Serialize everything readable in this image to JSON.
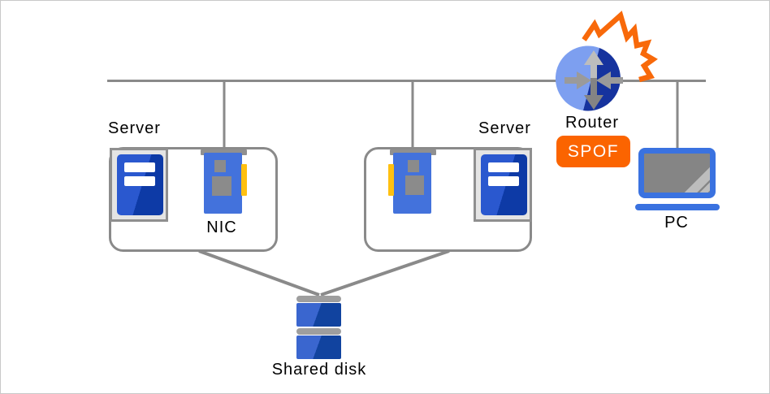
{
  "diagram": {
    "title_hint": "cluster network single-point-of-failure diagram",
    "nodes": {
      "server_left": {
        "label": "Server"
      },
      "server_right": {
        "label": "Server"
      },
      "nic": {
        "label": "NIC"
      },
      "router": {
        "label": "Router",
        "badge": "SPOF"
      },
      "pc": {
        "label": "PC"
      },
      "shared_disk": {
        "label": "Shared disk"
      }
    },
    "colors": {
      "connector_line": "#8a8a8a",
      "group_border": "#8a8a8a",
      "burst_orange": "#f8690a",
      "spof_bg": "#fb6400",
      "spof_text": "#ffffff",
      "router_light_blue": "#7d9ff0",
      "router_dark_blue": "#16339e",
      "server_blue_light": "#2a58cf",
      "server_blue_dark": "#0d3aa6",
      "nic_blue": "#4372dc",
      "nic_tab_yellow": "#ffc010",
      "disk_blue_light": "#3a66cf",
      "disk_blue_dark": "#11439f",
      "laptop_blue": "#3a72e0",
      "screen_gray": "#858585",
      "panel_gray": "#e4e4e4",
      "icon_gray": "#8b8b8b"
    }
  }
}
